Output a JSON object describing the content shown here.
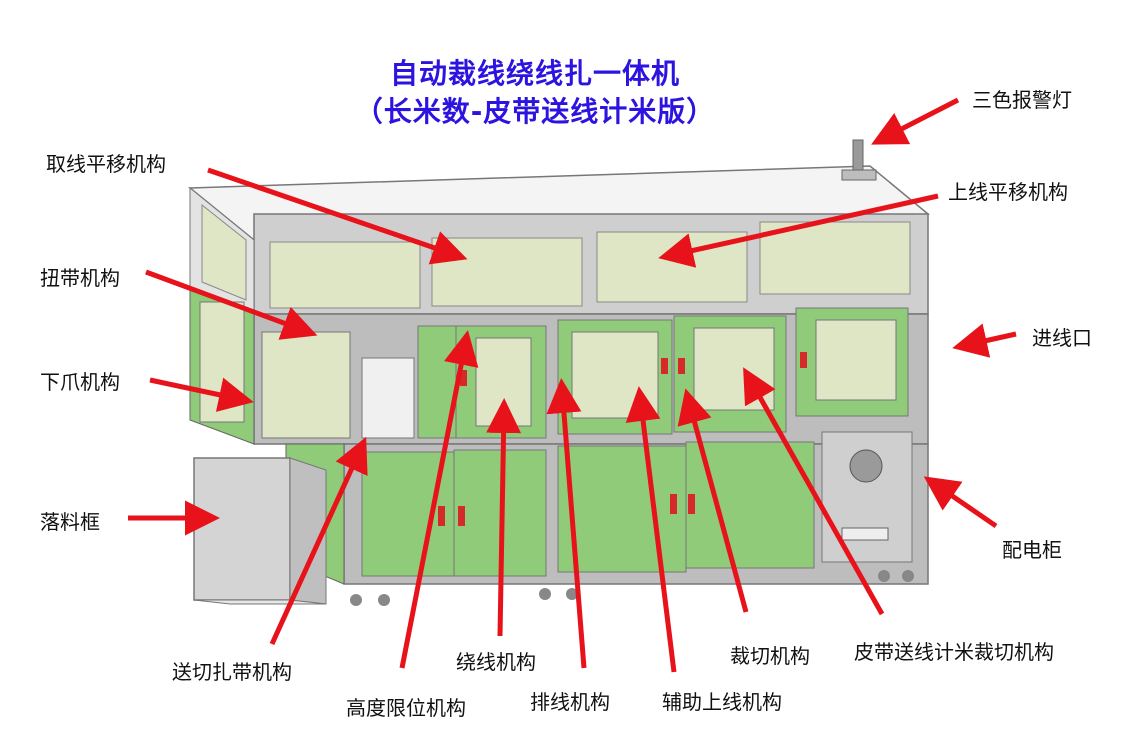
{
  "title": {
    "line1": "自动裁线绕线扎一体机",
    "line2": "（长米数-皮带送线计米版）",
    "color": "#2c13e0"
  },
  "colors": {
    "arrow": "#e8121a",
    "panel_green": "#8fcb78",
    "glass": "#dfe6c6",
    "frame": "#b8b8b8",
    "cabinet": "#c9c9c9"
  },
  "labels": {
    "alarm_light": "三色报警灯",
    "take_wire_shift": "取线平移机构",
    "upper_wire_shift": "上线平移机构",
    "twist_band": "扭带机构",
    "wire_inlet": "进线口",
    "lower_claw": "下爪机构",
    "drop_box": "落料框",
    "distribution_cabinet": "配电柜",
    "feed_cut_tie": "送切扎带机构",
    "height_limit": "高度限位机构",
    "winding": "绕线机构",
    "wire_arrange": "排线机构",
    "aux_upper_wire": "辅助上线机构",
    "cutting": "裁切机构",
    "belt_feed_cut": "皮带送线计米裁切机构"
  }
}
